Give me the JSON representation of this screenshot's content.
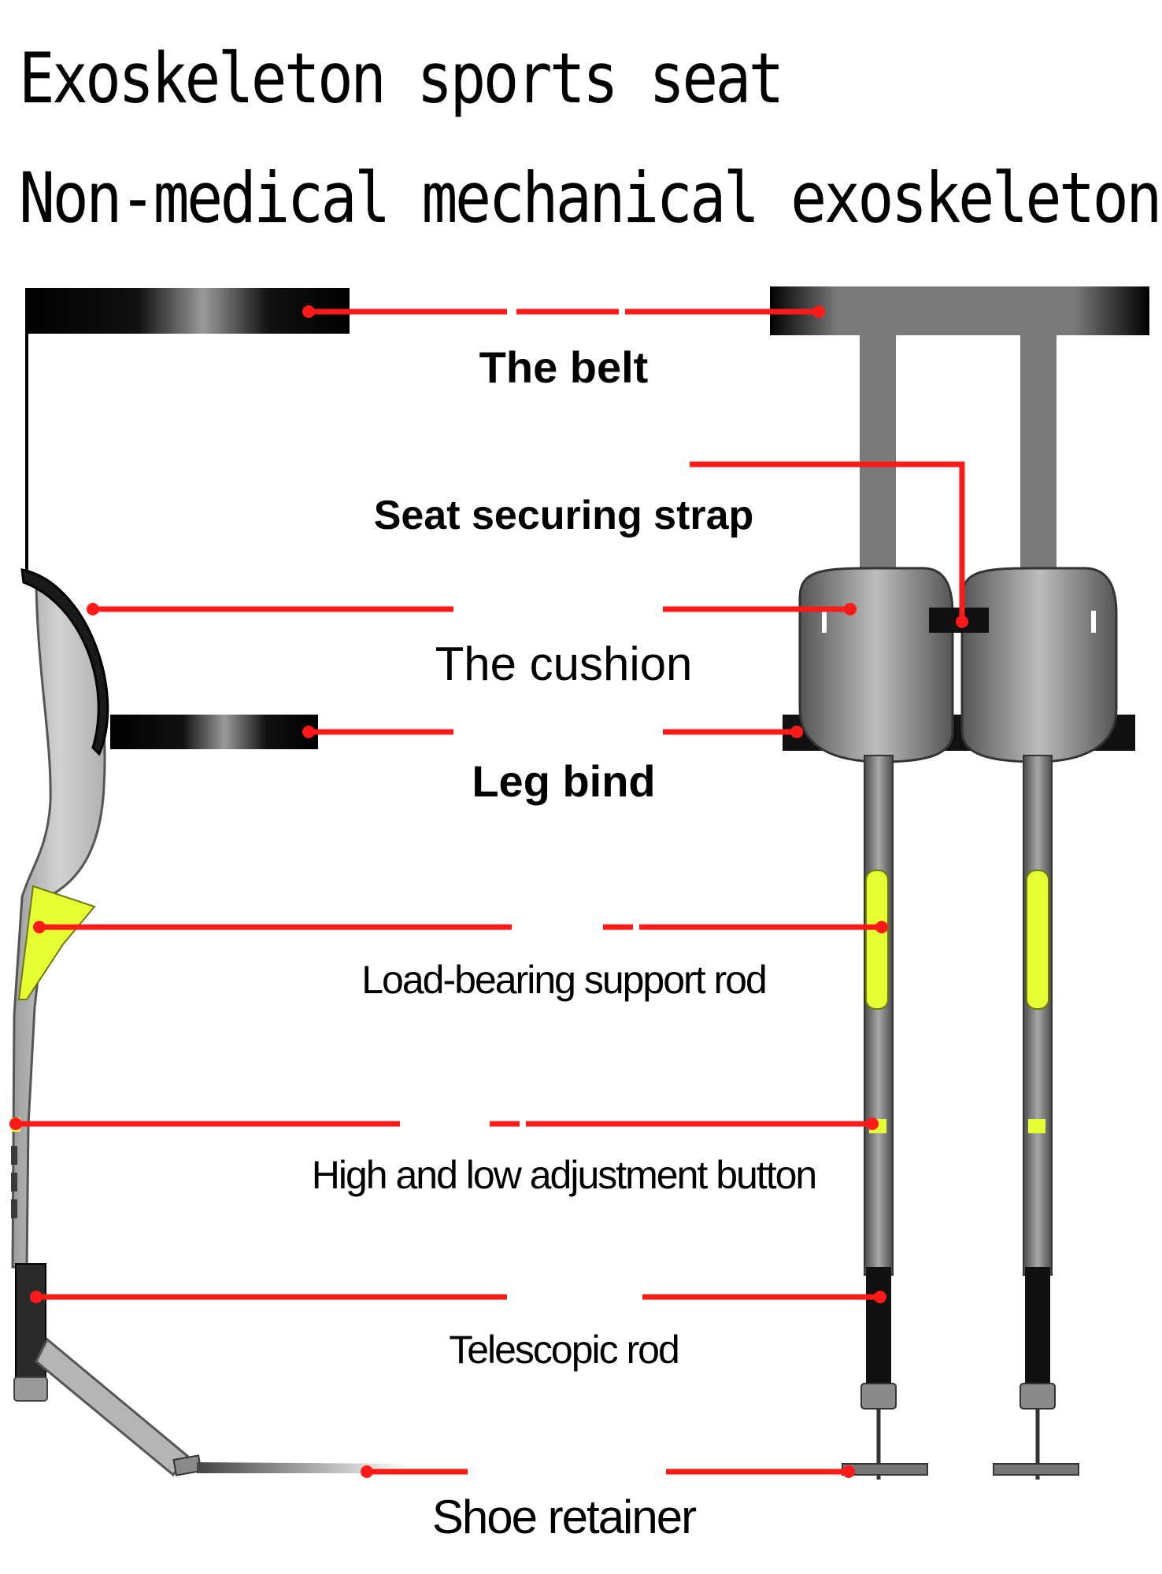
{
  "title": "Exoskeleton sports seat",
  "subtitle": "Non-medical mechanical exoskeleton",
  "labels": {
    "belt": "The belt",
    "seat_strap": "Seat securing strap",
    "cushion": "The cushion",
    "leg_bind": "Leg bind",
    "support_rod": "Load-bearing support rod",
    "adjust_button": "High and low adjustment button",
    "telescopic_rod": "Telescopic rod",
    "shoe_retainer": "Shoe retainer"
  },
  "colors": {
    "leader": "#ff1a1a",
    "accent_yellow": "#e6ff33",
    "frame_gray": "#7a7a7a",
    "dark": "#111111"
  }
}
